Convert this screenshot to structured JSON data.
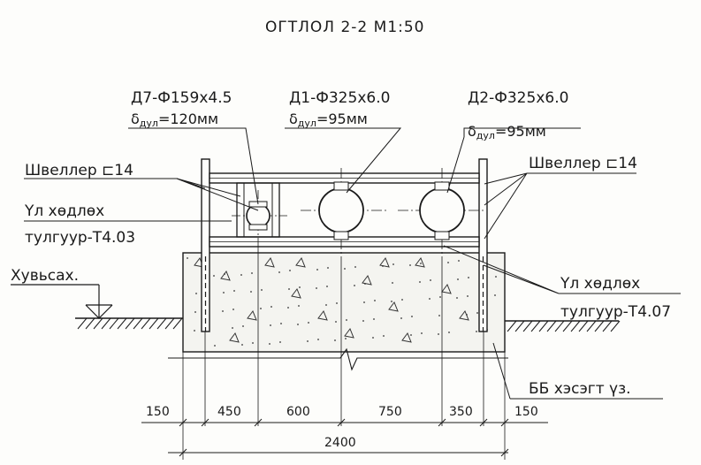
{
  "title": "ОГТЛОЛ 2-2 М1:50",
  "pipes": [
    {
      "id": "Д7",
      "line1": "Д7-Ф159х4.5",
      "line2_prefix": "δ",
      "line2_sub": "дул",
      "line2_suffix": "=120мм"
    },
    {
      "id": "Д1",
      "line1": "Д1-Ф325х6.0",
      "line2_prefix": "δ",
      "line2_sub": "дул",
      "line2_suffix": "=95мм"
    },
    {
      "id": "Д2",
      "line1": "Д2-Ф325х6.0",
      "line2_prefix": "δ",
      "line2_sub": "дул",
      "line2_suffix": "=95мм"
    }
  ],
  "labels": {
    "channel_left": "Швеллер ⊏14",
    "channel_right": "Швеллер ⊏14",
    "support_left_1": "Үл хөдлөх",
    "support_left_2": "тулгуур-Т4.03",
    "support_right_1": "Үл хөдлөх",
    "support_right_2": "тулгуур-Т4.07",
    "ground": "Хувьсах.",
    "concrete": "ББ хэсэгт үз."
  },
  "dimensions": {
    "segments": [
      "150",
      "450",
      "600",
      "750",
      "350",
      "150"
    ],
    "total": "2400"
  }
}
